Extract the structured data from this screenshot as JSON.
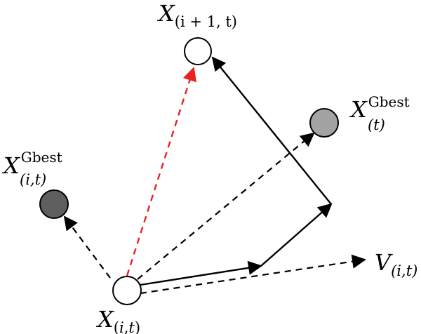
{
  "colors": {
    "stroke": "#000000",
    "highlight": "#e8231f",
    "node_light": "#ffffff",
    "node_mid": "#a3a3a3",
    "node_dark": "#5f5f5f"
  },
  "labels": {
    "x_current": {
      "base": "X",
      "sub_open": "(",
      "sub_i": "i",
      "sub_comma": ",",
      "sub_t": "t",
      "sub_close": ")"
    },
    "x_next": {
      "base": "X",
      "sub": "(i + 1, t)"
    },
    "x_global": {
      "base": "X",
      "sub": "(t)",
      "sup": "Gbest"
    },
    "x_personal": {
      "base": "X",
      "sub": "(i,t)",
      "sup": "Gbest"
    },
    "velocity": {
      "base": "V",
      "sub": "(i,t)"
    }
  }
}
